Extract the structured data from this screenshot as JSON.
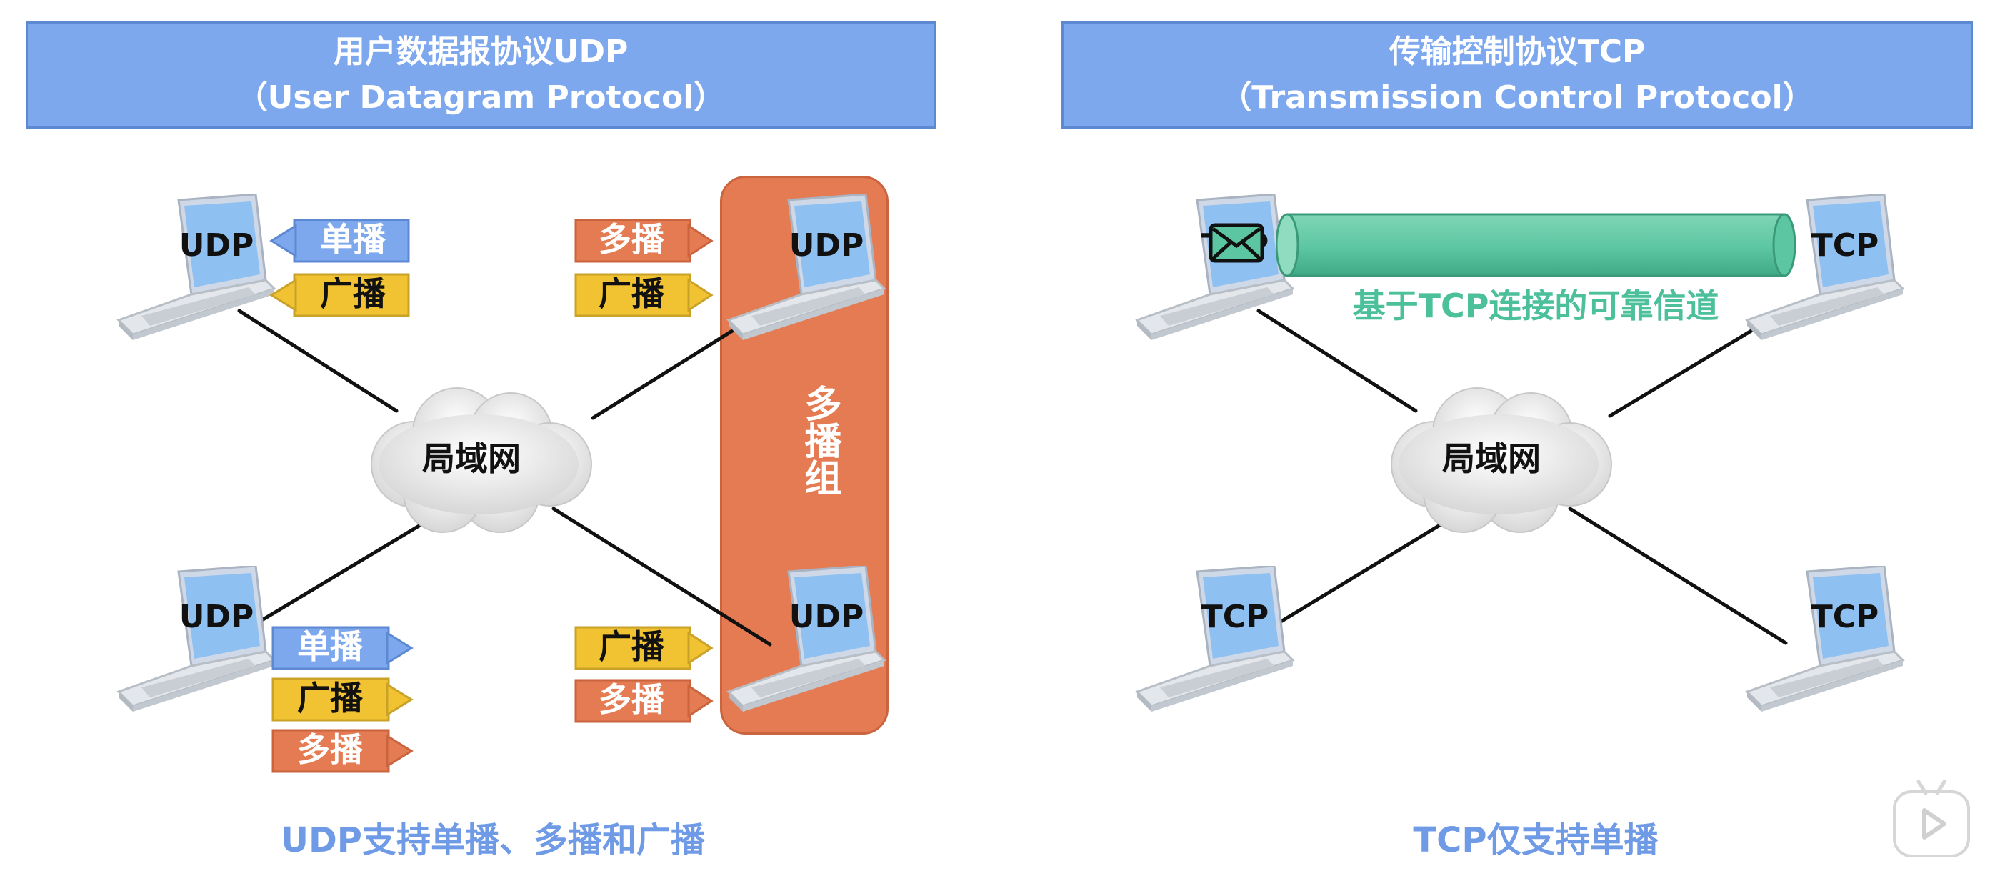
{
  "udp": {
    "header_line1": "用户数据报协议UDP",
    "header_line2": "（User Datagram Protocol）",
    "lan_label": "局域网",
    "group_label": "多播组",
    "hosts": {
      "top_left": "UDP",
      "bottom_left": "UDP",
      "top_right": "UDP",
      "bottom_right": "UDP"
    },
    "tags": {
      "top_left": [
        "单播",
        "广播"
      ],
      "bottom_left": [
        "单播",
        "广播",
        "多播"
      ],
      "top_right": [
        "多播",
        "广播"
      ],
      "bottom_right": [
        "广播",
        "多播"
      ]
    },
    "caption": "UDP支持单播、多播和广播"
  },
  "tcp": {
    "header_line1": "传输控制协议TCP",
    "header_line2": "（Transmission Control Protocol）",
    "lan_label": "局域网",
    "hosts": {
      "top_left": "TCP",
      "top_right": "TCP",
      "bottom_left": "TCP",
      "bottom_right": "TCP"
    },
    "channel_label": "基于TCP连接的可靠信道",
    "caption": "TCP仅支持单播"
  },
  "colors": {
    "header": "#7ea8ee",
    "unicast": "#7ea8ee",
    "broadcast": "#f1c232",
    "multicast": "#e57b52",
    "channel": "#5cc6a2",
    "caption": "#6f9ae6"
  }
}
